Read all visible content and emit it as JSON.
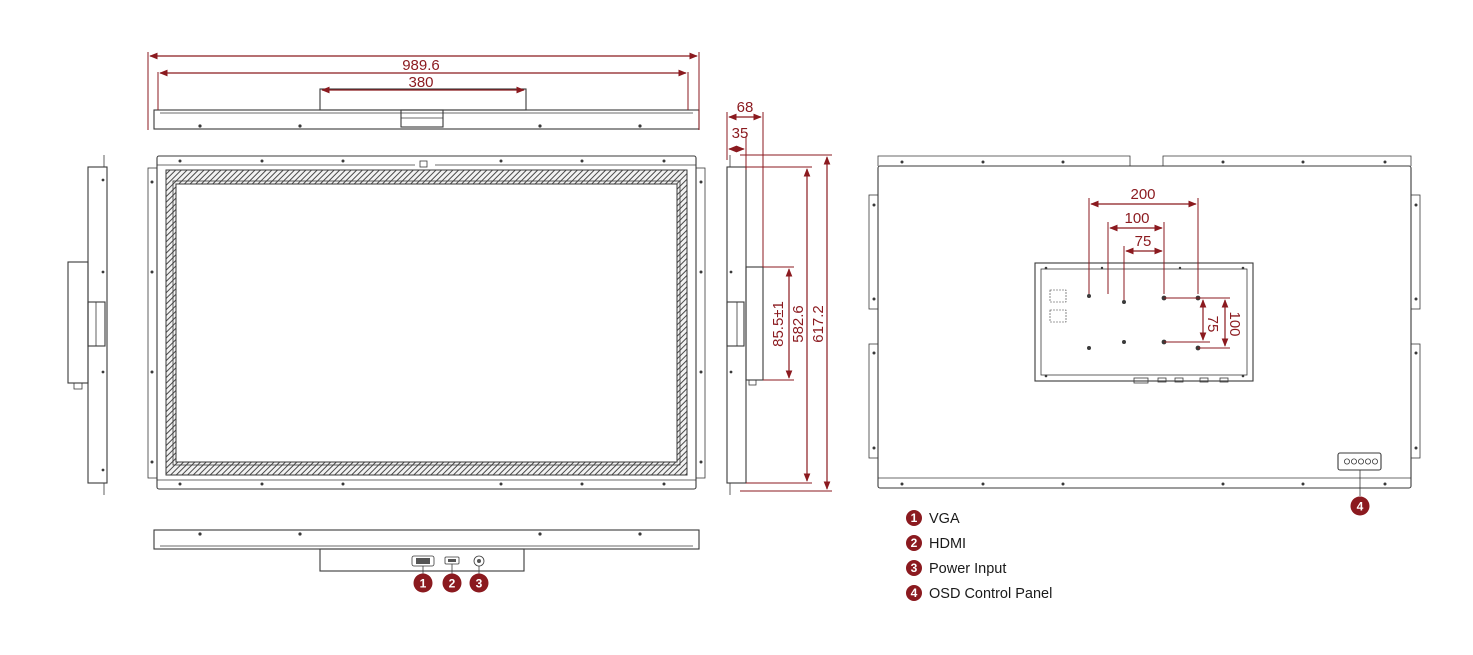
{
  "dimensions": {
    "overall_width": "989.6",
    "bracket_width": "380",
    "depth_total": "68",
    "depth_frame": "35",
    "box_height": "85.5±1",
    "panel_height": "582.6",
    "overall_height": "617.2",
    "vesa_200": "200",
    "vesa_100": "100",
    "vesa_75": "75",
    "vesa_75_v": "75",
    "vesa_100_v": "100"
  },
  "callouts": {
    "one": "1",
    "two": "2",
    "three": "3",
    "four": "4"
  },
  "legend": [
    {
      "num": "1",
      "label": "VGA"
    },
    {
      "num": "2",
      "label": "HDMI"
    },
    {
      "num": "3",
      "label": "Power Input"
    },
    {
      "num": "4",
      "label": "OSD Control Panel"
    }
  ],
  "colors": {
    "dimension": "#8b1a1f",
    "outline": "#3a3a3a",
    "badge": "#8b1a1f"
  }
}
